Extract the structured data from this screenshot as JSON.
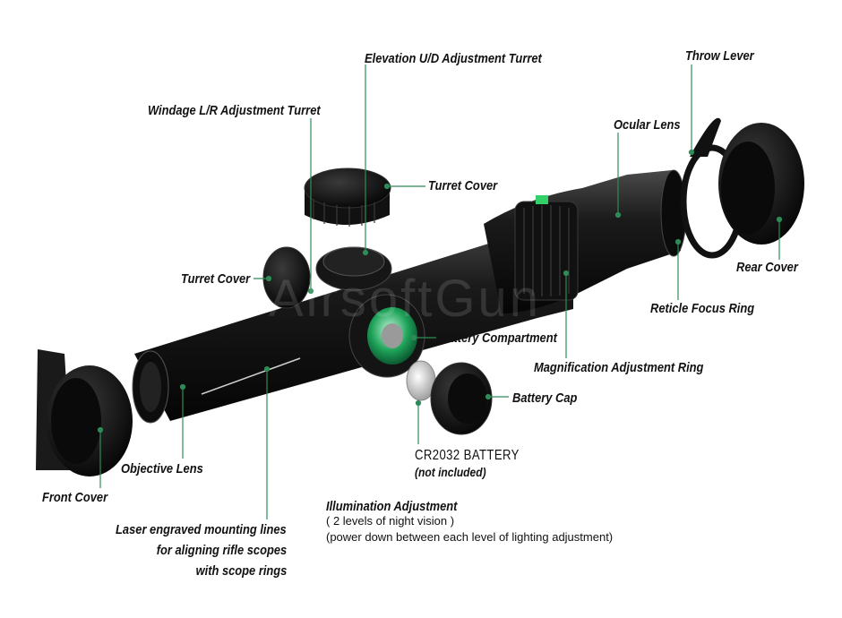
{
  "labels": {
    "elevation": "Elevation U/D Adjustment Turret",
    "throw_lever": "Throw Lever",
    "windage": "Windage L/R Adjustment Turret",
    "ocular_lens": "Ocular Lens",
    "turret_cover_top": "Turret Cover",
    "rear_cover": "Rear Cover",
    "turret_cover_left": "Turret Cover",
    "reticle_focus": "Reticle Focus Ring",
    "battery_compartment": "Battery Compartment",
    "magnification": "Magnification Adjustment Ring",
    "battery_cap": "Battery Cap",
    "objective_lens": "Objective Lens",
    "front_cover": "Front Cover",
    "battery_name": "CR2032 BATTERY",
    "battery_note": "(not included)",
    "illum_title": "Illumination Adjustment",
    "illum_line1": "( 2 levels of night vision )",
    "illum_line2": "(power down between each level of lighting adjustment)",
    "laser_line1": "Laser engraved mounting lines",
    "laser_line2": "for aligning rifle scopes",
    "laser_line3": "with scope rings"
  },
  "watermark": "AirsoftGun",
  "colors": {
    "scope_body": "#141414",
    "leader_line": "#2e8b57",
    "battery_green": "#1fa35a",
    "label_text": "#111111"
  }
}
